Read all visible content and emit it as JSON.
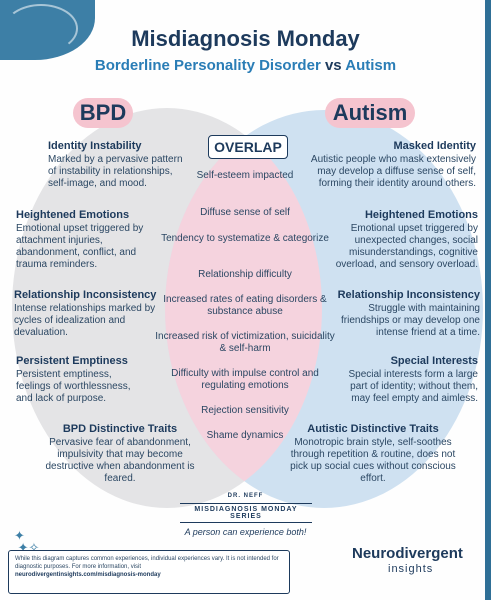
{
  "header": {
    "title": "Misdiagnosis Monday",
    "subtitle_left": "Borderline Personality Disorder",
    "subtitle_vs": "vs",
    "subtitle_right": "Autism"
  },
  "labels": {
    "bpd": "BPD",
    "autism": "Autism",
    "overlap": "OVERLAP"
  },
  "bpd_sections": [
    {
      "heading": "Identity Instability",
      "text": "Marked by a pervasive pattern of instability in relationships, self-image, and mood."
    },
    {
      "heading": "Heightened Emotions",
      "text": "Emotional upset triggered by attachment injuries, abandonment, conflict, and trauma reminders."
    },
    {
      "heading": "Relationship Inconsistency",
      "text": "Intense relationships marked by cycles of idealization and devaluation."
    },
    {
      "heading": "Persistent Emptiness",
      "text": "Persistent emptiness, feelings of worthlessness, and lack of purpose."
    },
    {
      "heading": "BPD Distinctive Traits",
      "text": "Pervasive fear of abandonment, impulsivity that may become destructive when abandonment is feared."
    }
  ],
  "autism_sections": [
    {
      "heading": "Masked Identity",
      "text": "Autistic people who mask extensively may develop a diffuse sense of self, forming their identity around others."
    },
    {
      "heading": "Heightened Emotions",
      "text": "Emotional upset triggered by unexpected changes, social misunderstandings, cognitive overload, and sensory overload."
    },
    {
      "heading": "Relationship Inconsistency",
      "text": "Struggle with maintaining friendships or may develop one intense friend at a time."
    },
    {
      "heading": "Special Interests",
      "text": "Special interests form a large part of identity; without them, may feel empty and aimless."
    },
    {
      "heading": "Autistic Distinctive Traits",
      "text": "Monotropic brain style, self-soothes through repetition & routine, does not pick up social cues without conscious effort."
    }
  ],
  "overlap_items": [
    "Self-esteem impacted",
    "Diffuse sense of self",
    "Tendency to systematize & categorize",
    "Relationship difficulty",
    "Increased rates of eating disorders & substance abuse",
    "Increased risk of victimization, suicidality & self-harm",
    "Difficulty with impulse control and regulating emotions",
    "Rejection sensitivity",
    "Shame dynamics"
  ],
  "footer": {
    "series_author": "DR. NEFF",
    "series_name": "MISDIAGNOSIS MONDAY SERIES",
    "tagline": "A person can experience both!",
    "disclaimer": "While this diagram captures common experiences, individual experiences vary. It is not intended for diagnostic purposes. For more information, visit",
    "link": "neurodivergentinsights.com/misdiagnosis-monday",
    "brand": "Neurodivergent",
    "brand_sub": "insights"
  },
  "colors": {
    "navy": "#1d3a5c",
    "blue": "#2a7db6",
    "bpd_circle": "#e4e4e6",
    "autism_circle": "#cfe1f1",
    "overlap": "#f5d3de",
    "pill": "#f5c4cf"
  },
  "icons": [
    "sparkle-icon"
  ]
}
